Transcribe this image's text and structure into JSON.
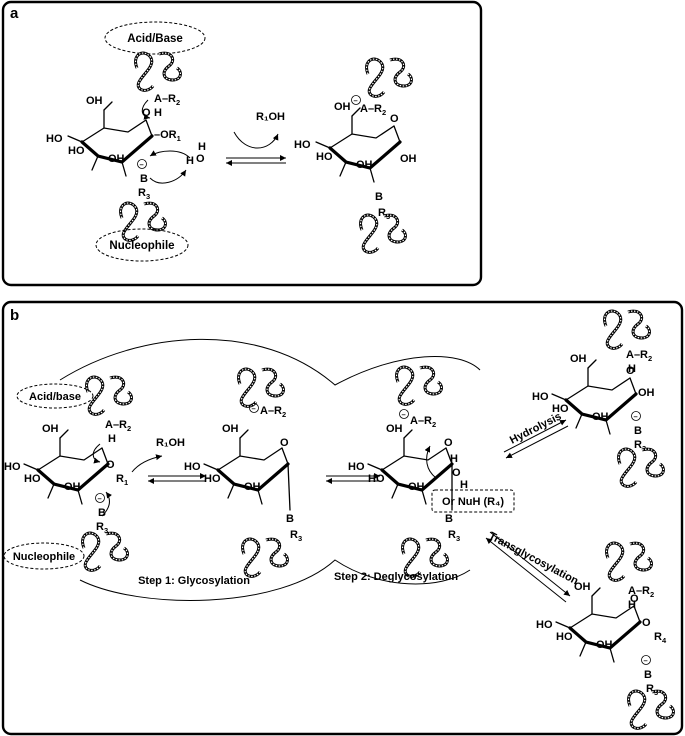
{
  "panels": {
    "a": {
      "letter": "a",
      "acid_base": "Acid/Base",
      "nucleophile": "Nucleophile",
      "r1oh": "R₁OH"
    },
    "b": {
      "letter": "b",
      "acid_base": "Acid/base",
      "nucleophile": "Nucleophile",
      "r1oh": "R₁OH",
      "step1": "Step 1: Glycosylation",
      "step2": "Step 2: Deglycosylation",
      "hydrolysis": "Hydrolysis",
      "transglycosylation": "Transglycosylation",
      "nuh": "Or NuH (R₄)"
    }
  }
}
